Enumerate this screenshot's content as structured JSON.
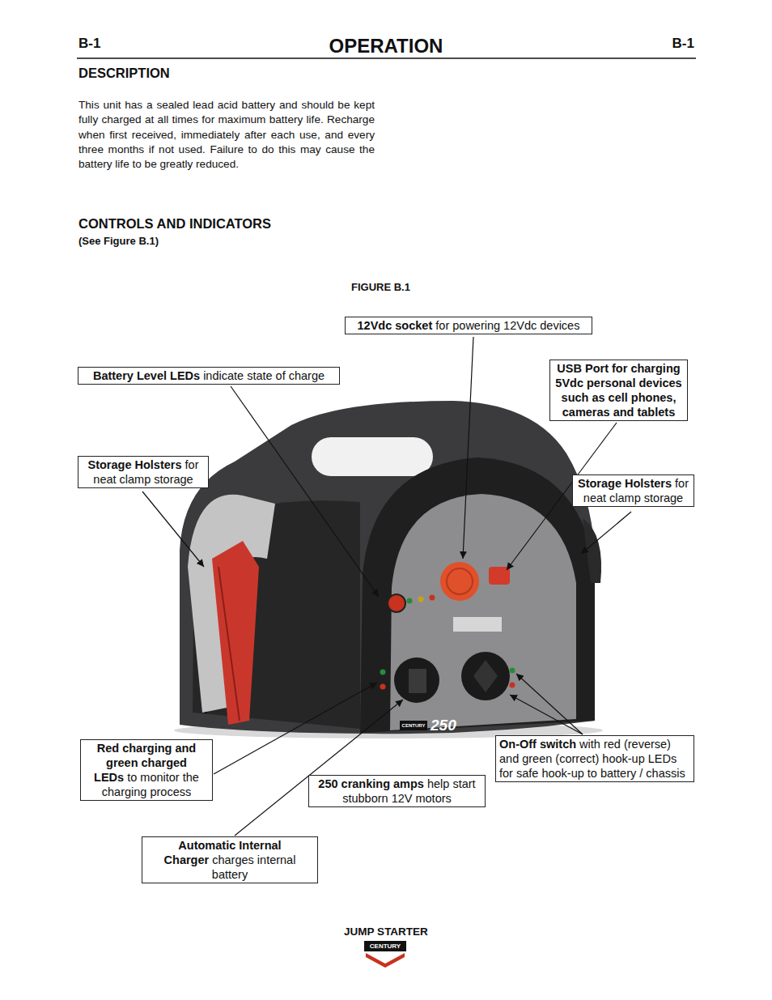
{
  "diagram": {
    "title": "OPERATION",
    "nodes": [
      {
        "text": [
          "12Vdc socket",
          "for powering 12Vdc devices"
        ]
      },
      {
        "text": [
          "Battery Level LEDs",
          "indicate state of charge"
        ]
      },
      {
        "text": [
          "USB Port for charging 5Vdc personal devices such as cell phones, cameras and tablets"
        ]
      },
      {
        "text": [
          "Storage Holsters",
          "for neat clamp storage"
        ]
      },
      {
        "text": [
          "Storage Holsters",
          "for neat clamp storage"
        ]
      },
      {
        "text": [
          "Red charging and green charged LEDs",
          "to monitor the charging process"
        ]
      },
      {
        "text": [
          "On-Off switch",
          "with red (reverse) and green (correct) hook-up LEDs for safe hook-up to battery / chassis"
        ]
      },
      {
        "text": [
          "250 cranking amps",
          "help start stubborn 12V motors"
        ]
      },
      {
        "text": [
          "Automatic Internal Charger",
          "charges internal battery"
        ]
      }
    ],
    "labels": [
      "B-1",
      "B-1",
      "DESCRIPTION",
      "This unit has a sealed lead acid battery and should be kept fully charged at all times for maximum battery life.  Recharge when first received, immediately after each use, and every three months if not used.  Failure to do this may cause the battery life to be greatly reduced.",
      "CONTROLS AND INDICATORS",
      "(See Figure B.1)",
      "FIGURE B.1",
      "250",
      "CENTURY",
      "JUMP STARTER",
      "CENTURY"
    ]
  }
}
